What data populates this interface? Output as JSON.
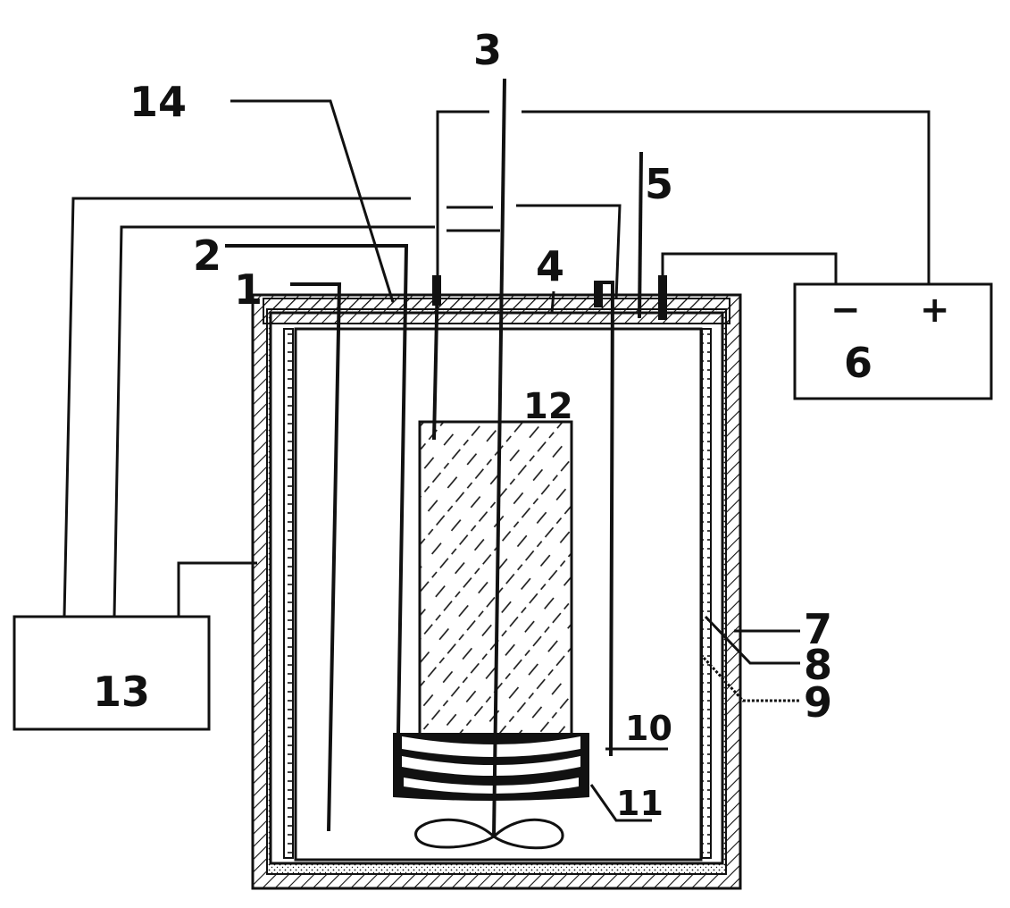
{
  "labels": {
    "l1": "1",
    "l2": "2",
    "l3": "3",
    "l4": "4",
    "l5": "5",
    "l6": "6",
    "l7": "7",
    "l8": "8",
    "l9": "9",
    "l10": "10",
    "l11": "11",
    "l12": "12",
    "l13": "13",
    "l14": "14"
  },
  "power_supply": {
    "minus": "−",
    "plus": "+"
  },
  "colors": {
    "ink": "#111111",
    "background": "#ffffff"
  }
}
